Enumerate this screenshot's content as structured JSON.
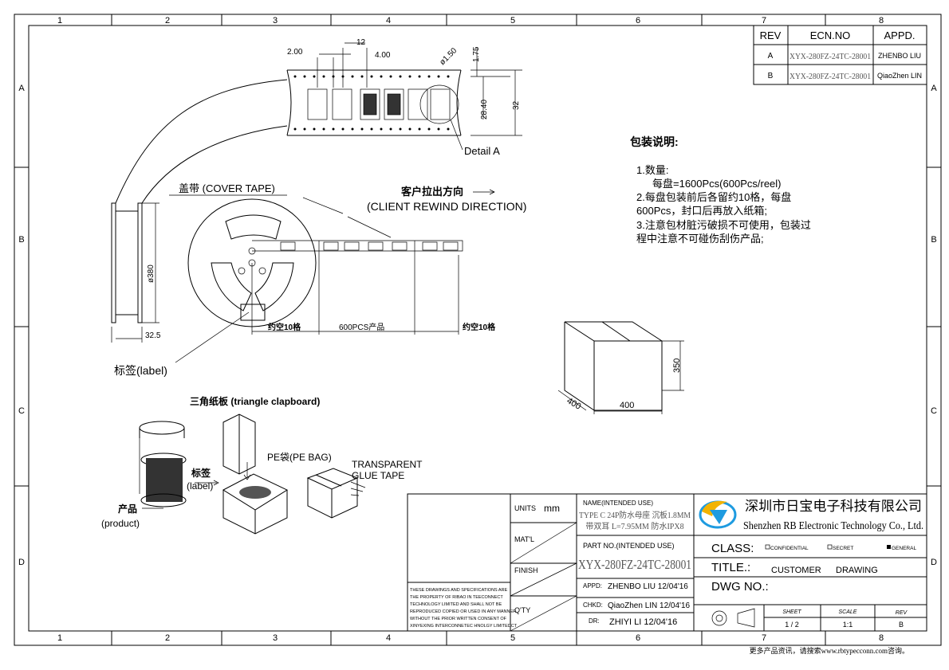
{
  "border": {
    "columns": [
      "1",
      "2",
      "3",
      "4",
      "5",
      "6",
      "7",
      "8"
    ],
    "rows": [
      "A",
      "B",
      "C",
      "D"
    ]
  },
  "revision_table": {
    "headers": [
      "REV",
      "ECN.NO",
      "APPD."
    ],
    "rows": [
      {
        "rev": "A",
        "ecn": "XYX-280FZ-24TC-28001",
        "appd": "ZHENBO LIU"
      },
      {
        "rev": "B",
        "ecn": "XYX-280FZ-24TC-28001",
        "appd": "QiaoZhen LIN"
      }
    ]
  },
  "tape_dims": {
    "d1": "2.00",
    "d2": "12",
    "d3": "4.00",
    "d4": "ø1.50",
    "d5": "1.75",
    "d6": "28.40",
    "d7": "32",
    "detail": "Detail A"
  },
  "reel": {
    "cover_tape": "盖带 (COVER TAPE)",
    "direction_cn": "客户拉出方向",
    "direction_en": "(CLIENT  REWIND  DIRECTION)",
    "diameter": "ø380",
    "width": "32.5",
    "empty_lead": "约空10格",
    "products": "600PCS产品",
    "empty_trail": "约空10格",
    "label": "标签(label)"
  },
  "notes": {
    "title": "包装说明:",
    "lines": [
      "1.数量:",
      "每盘=1600Pcs(600Pcs/reel)",
      "2.每盘包装前后各留约10格，每盘",
      "600Pcs，封口后再放入纸箱;",
      "3.注意包材脏污破损不可使用，包装过",
      "程中注意不可碰伤刮伤产品;"
    ]
  },
  "carton": {
    "height": "350",
    "depth": "400",
    "width": "400"
  },
  "packing": {
    "triangle": "三角纸板 (triangle clapboard)",
    "pe_bag": "PE袋(PE BAG)",
    "glue_tape_1": "TRANSPARENT",
    "glue_tape_2": "GLUE TAPE",
    "label_cn": "标签",
    "label_en": "(label)",
    "product_cn": "产品",
    "product_en": "(product)"
  },
  "title_block": {
    "disclaimer": [
      "THESE DRAWINGS AND SPECIFICATIONS ARE",
      "THE PROPERTY OF RIBAO IN TEECONNECT",
      "TECHNOLOGY LIMITED AND SHALL NOT BE",
      "REPRODUCED COPIED OR USED IN ANY MANNER",
      "WITHOUT THE PRIOR WRITTEN CONSENT OF",
      "XINYEXING INTERCONNETEC HNOLGY LIMITEDCT"
    ],
    "units_label": "UNITS",
    "units_value": "mm",
    "matl_label": "MAT'L",
    "finish_label": "FINISH",
    "qty_label": "Q'TY",
    "name_label": "NAME(INTENDED USE)",
    "name_line1": "TYPE C 24P防水母座 沉板1.8MM",
    "name_line2": "带双耳 L=7.95MM 防水IPX8",
    "part_label": "PART NO.(INTENDED USE)",
    "part_no": "XYX-280FZ-24TC-28001",
    "appd_label": "APPD:",
    "appd_value": "ZHENBO LIU 12/04'16",
    "chkd_label": "CHKD:",
    "chkd_value": "QiaoZhen LIN 12/04'16",
    "dr_label": "DR:",
    "dr_value": "ZHIYI LI  12/04'16",
    "company_cn": "深圳市日宝电子科技有限公司",
    "company_en": "Shenzhen RB Electronic Technology Co., Ltd.",
    "class_label": "CLASS:",
    "class_options": [
      "CONFIDENTIAL",
      "SECRET",
      "GENERAL"
    ],
    "class_selected": "GENERAL",
    "title_label": "TITLE.:",
    "title_value_1": "CUSTOMER",
    "title_value_2": "DRAWING",
    "dwg_label": "DWG NO.:",
    "sheet_label": "SHEET",
    "sheet_value": "1 / 2",
    "scale_label": "SCALE",
    "scale_value": "1:1",
    "rev_label": "REV",
    "rev_value": "B"
  },
  "footer": "更多产品资讯，请搜索www.rbtypecconn.com咨询。",
  "colors": {
    "logo_yellow": "#f2b300",
    "logo_blue": "#1e9be0"
  }
}
